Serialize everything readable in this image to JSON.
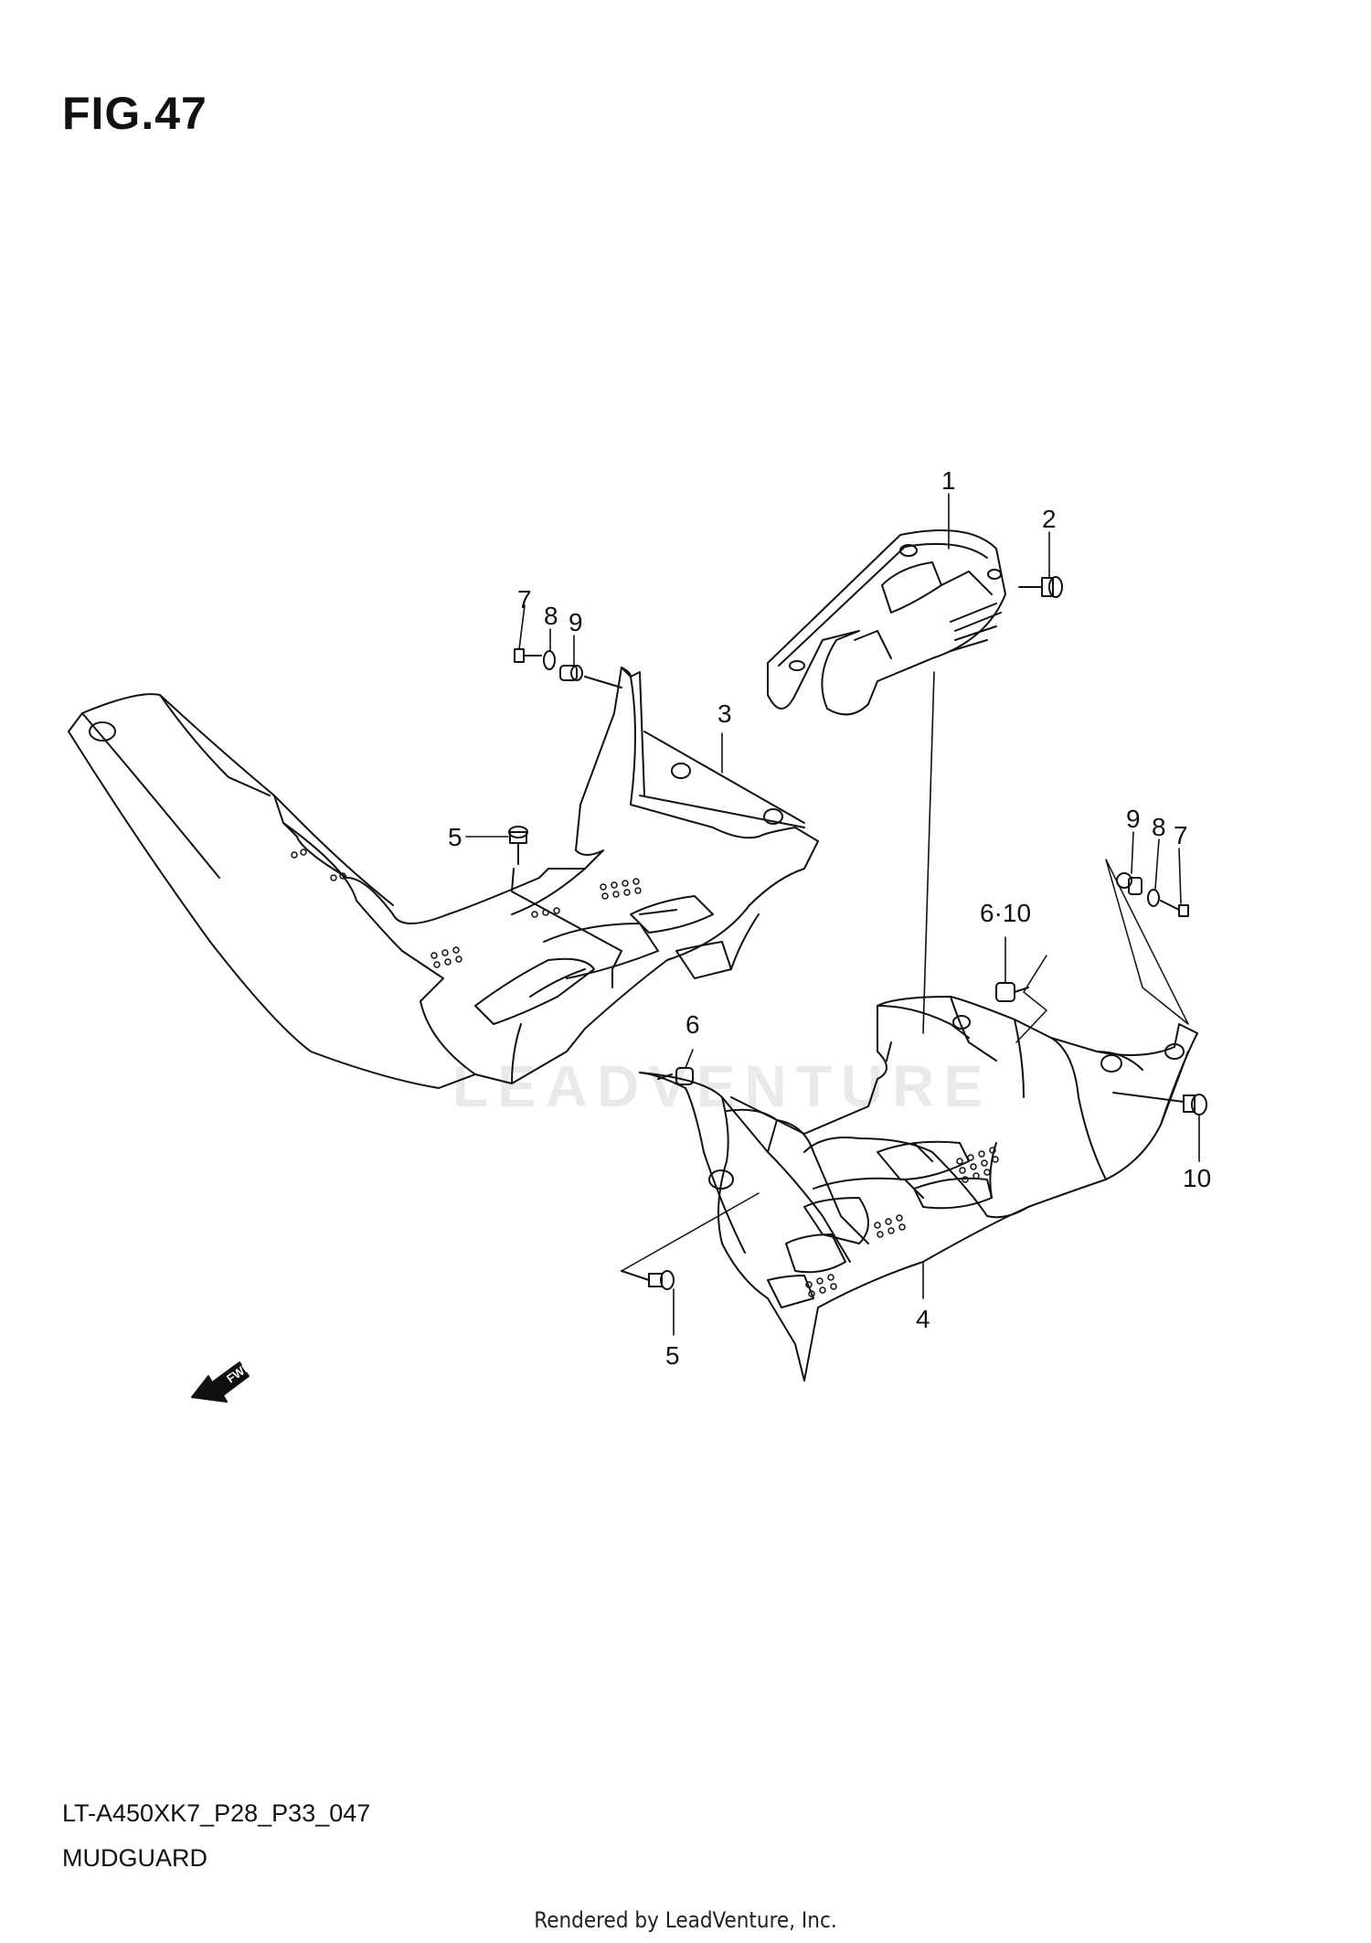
{
  "figure": {
    "title": "FIG.47",
    "model_code": "LT-A450XK7_P28_P33_047",
    "section_name": "MUDGUARD",
    "rendered_by": "Rendered by LeadVenture, Inc.",
    "watermark": "LEADVENTURE",
    "fwd_label": "FWD"
  },
  "callouts": {
    "c1": "1",
    "c2": "2",
    "c3": "3",
    "c4": "4",
    "c5a": "5",
    "c5b": "5",
    "c6a": "6",
    "c6_10": "6·10",
    "c7a": "7",
    "c8a": "8",
    "c9a": "9",
    "c7b": "7",
    "c8b": "8",
    "c9b": "9",
    "c10": "10"
  }
}
